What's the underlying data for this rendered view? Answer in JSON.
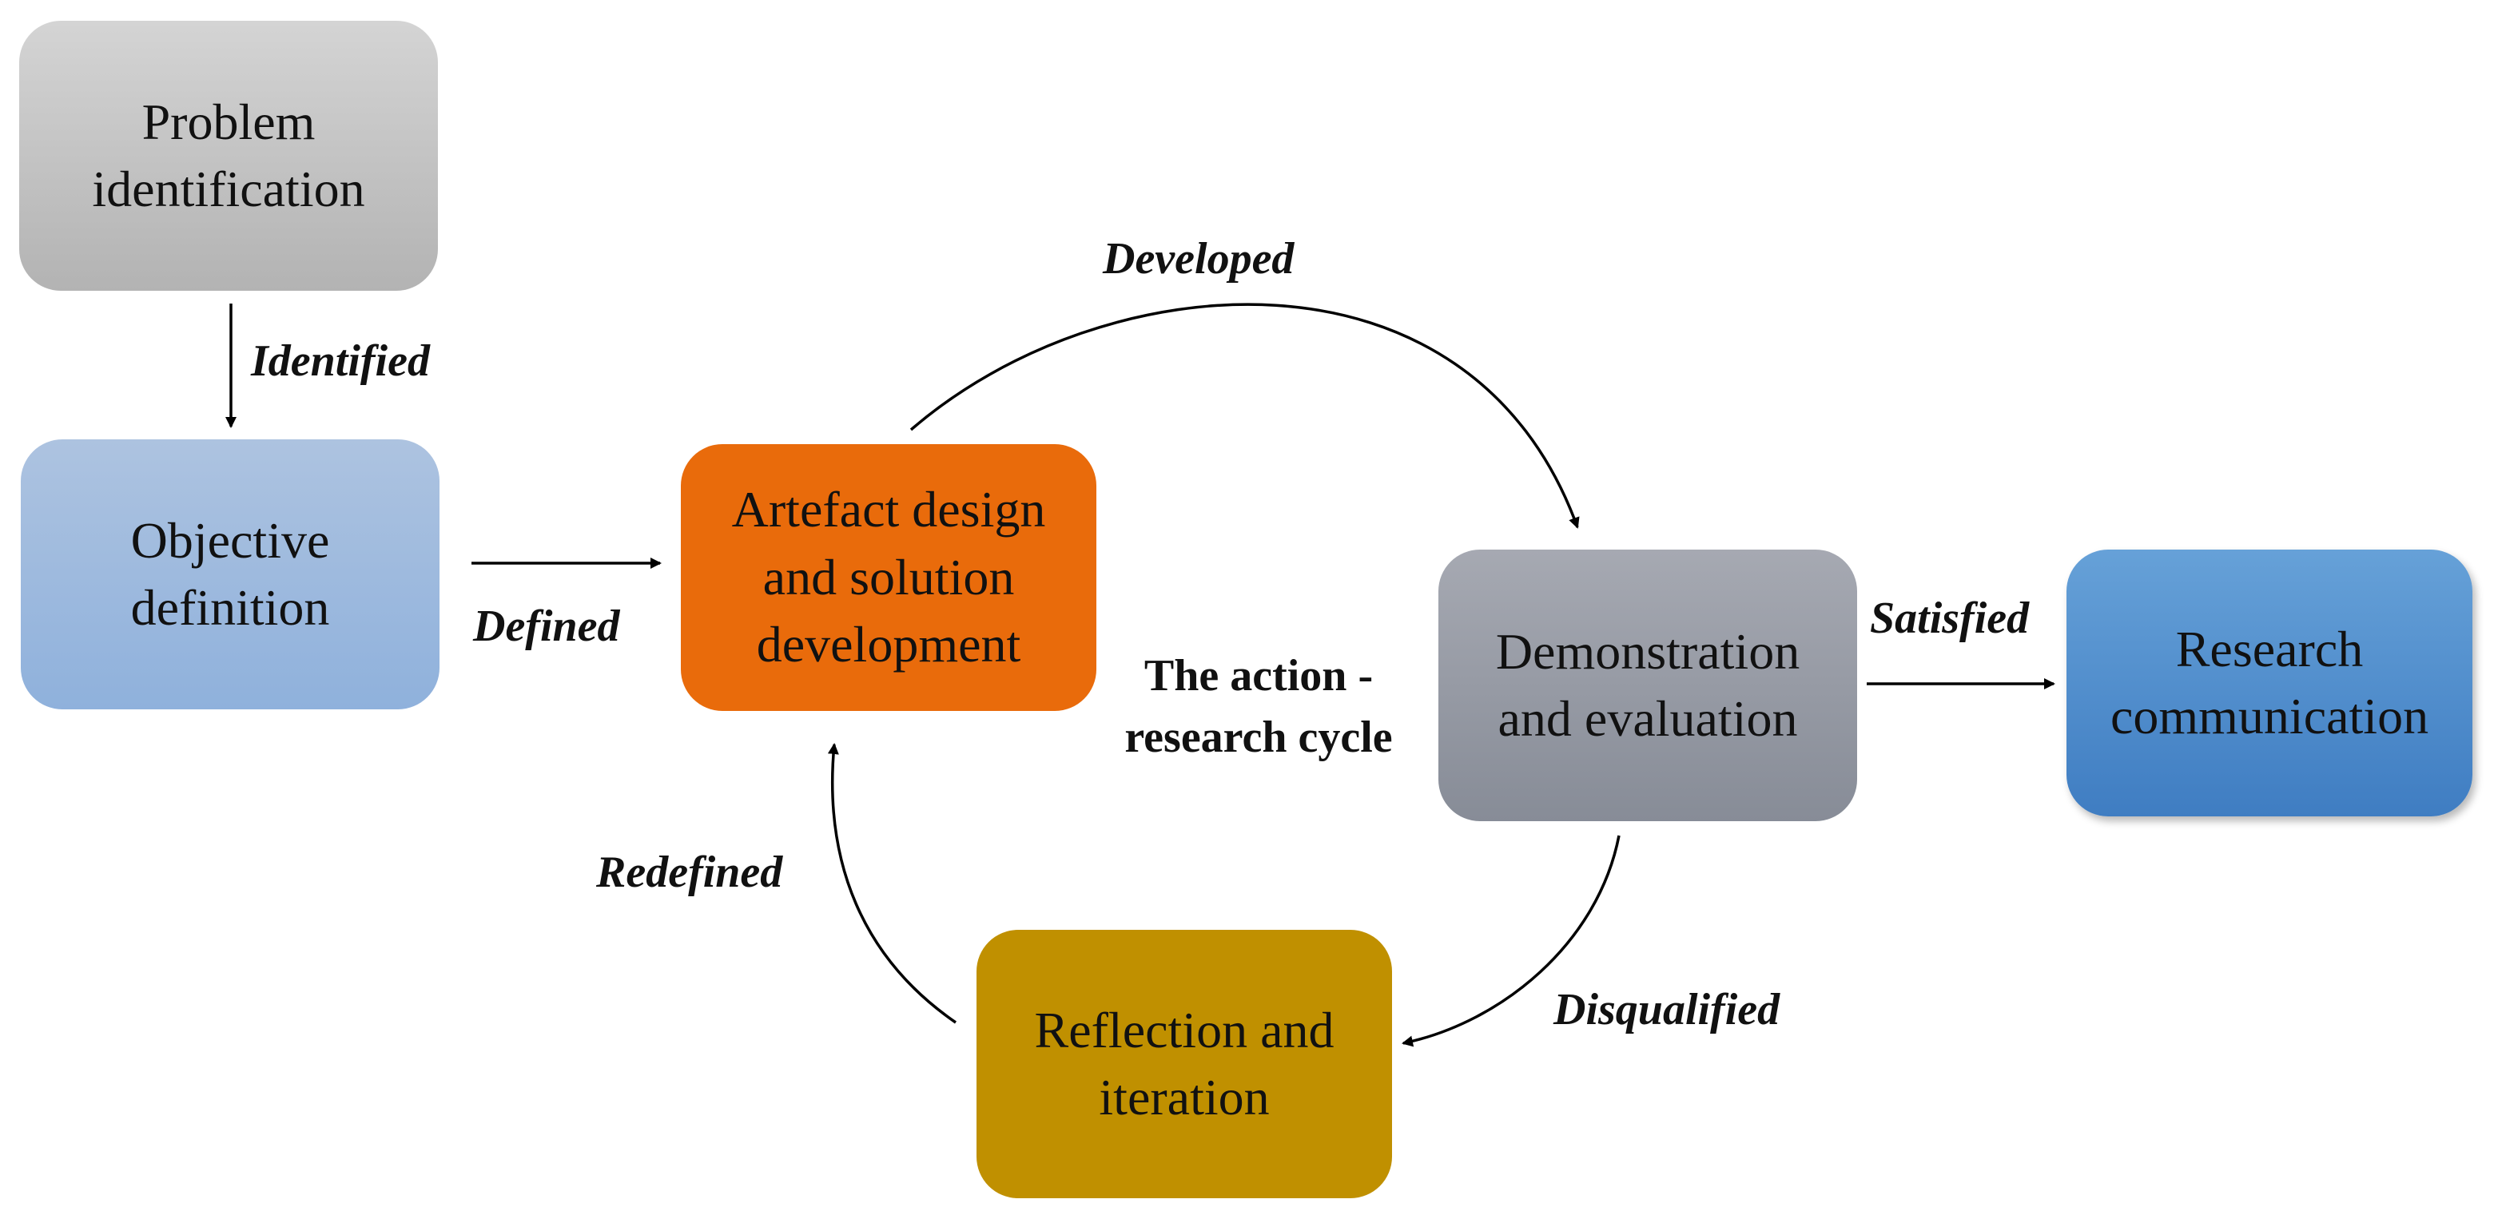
{
  "boxes": {
    "problem": "Problem\nidentification",
    "objective": "Objective\ndefinition",
    "artefact": "Artefact design\nand solution\ndevelopment",
    "demo": "Demonstration\nand evaluation",
    "research": "Research\ncommunication",
    "reflection": "Reflection and\niteration"
  },
  "labels": {
    "identified": "Identified",
    "defined": "Defined",
    "developed": "Developed",
    "satisfied": "Satisfied",
    "disqualified": "Disqualified",
    "redefined": "Redefined"
  },
  "center_caption": "The action -\nresearch cycle",
  "colors": {
    "problem": "#c4c4c4",
    "objective": "#9dbade",
    "artefact": "#e96b0b",
    "demo": "#979ba5",
    "research": "#4f8cce",
    "reflection": "#c09000",
    "arrow": "#000000"
  }
}
